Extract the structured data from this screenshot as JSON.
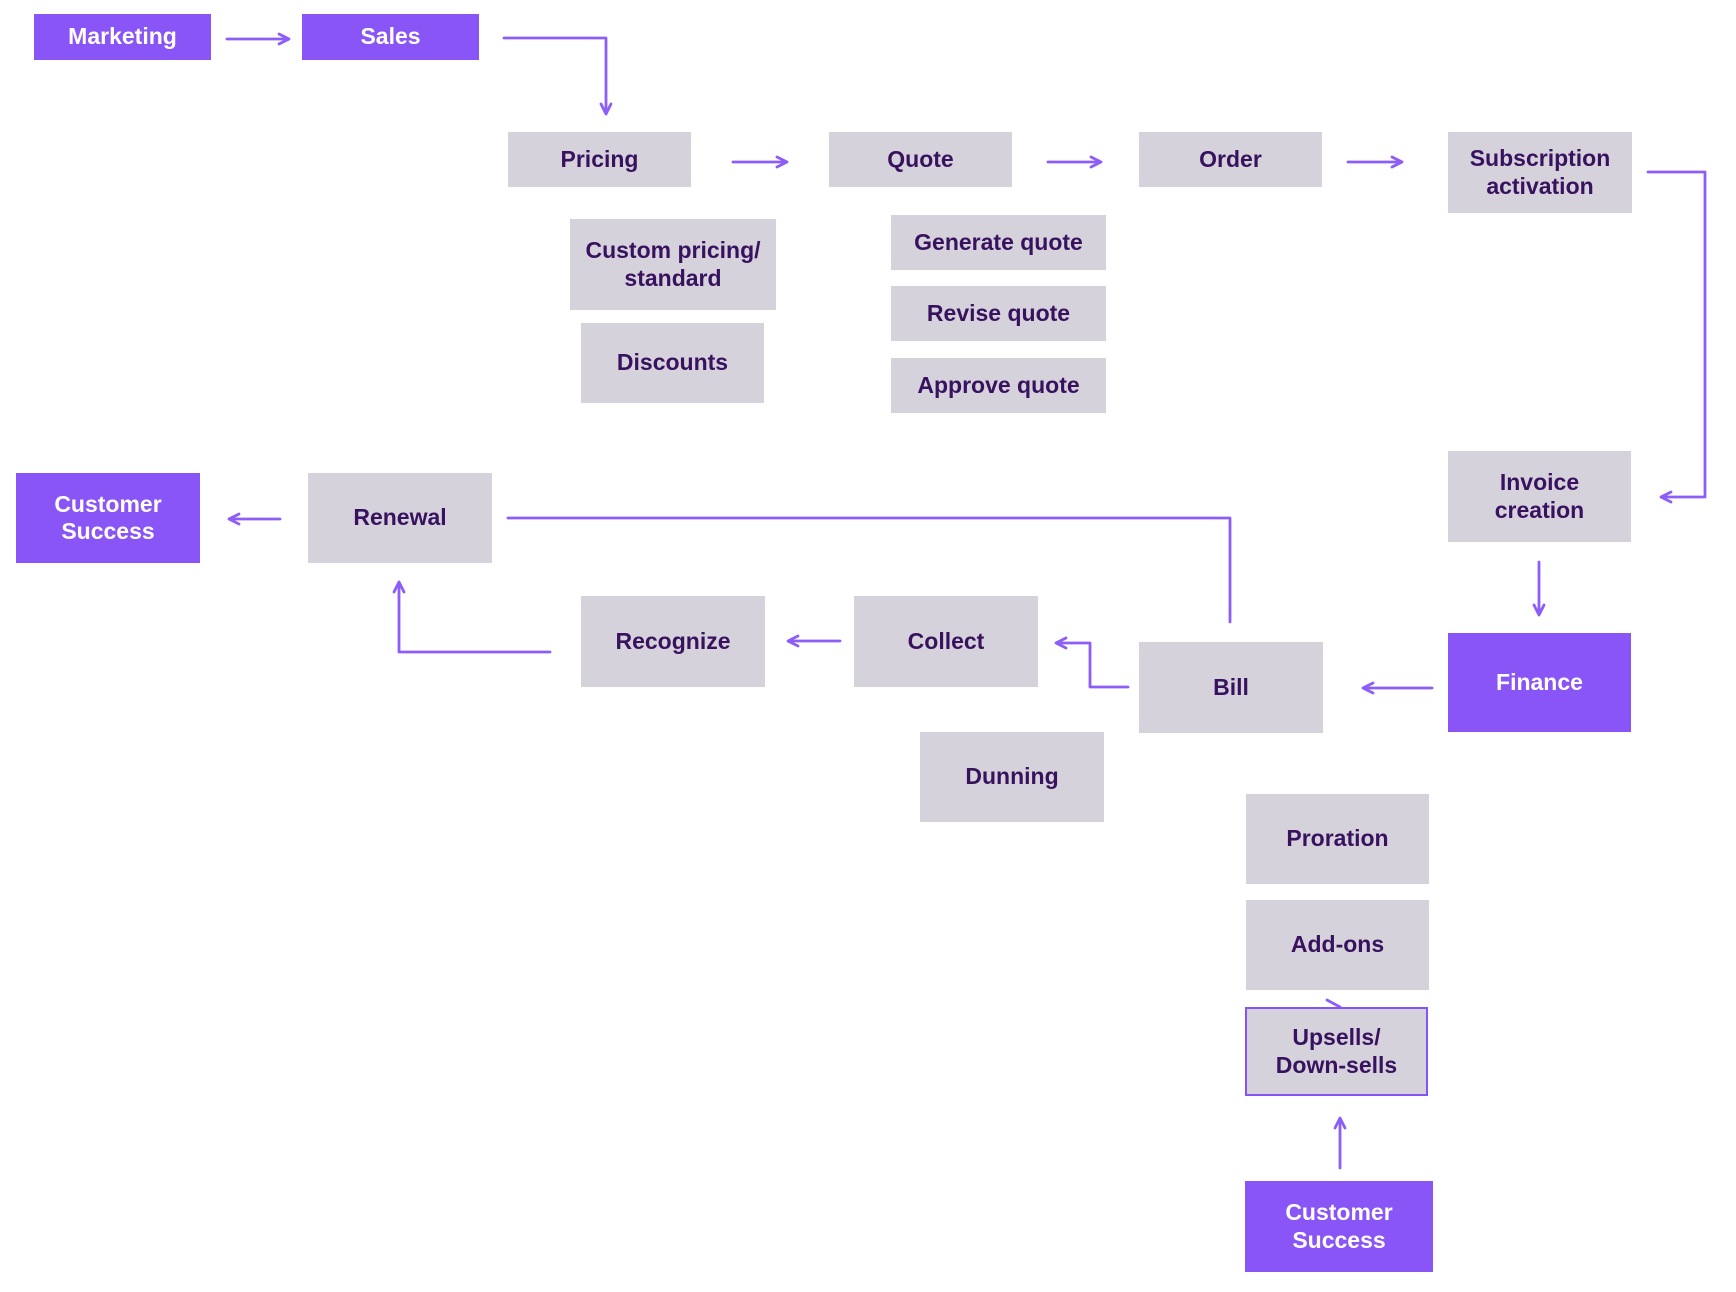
{
  "diagram_type": "flowchart",
  "colors": {
    "purple": "#8955F6",
    "gray": "#D5D2DB",
    "arrow": "#8D5EF7",
    "text_dark": "#38125F",
    "text_light": "#FFFFFF",
    "upsells_border": "#8455F5",
    "background": "#FFFFFF"
  },
  "nodes": {
    "marketing": {
      "label": "Marketing",
      "style": "purple"
    },
    "sales": {
      "label": "Sales",
      "style": "purple"
    },
    "pricing": {
      "label": "Pricing",
      "style": "gray"
    },
    "quote": {
      "label": "Quote",
      "style": "gray"
    },
    "order": {
      "label": "Order",
      "style": "gray"
    },
    "subscription_activation": {
      "label": "Subscription\nactivation",
      "style": "gray"
    },
    "custom_pricing": {
      "label": "Custom pricing/\nstandard",
      "style": "gray"
    },
    "discounts": {
      "label": "Discounts",
      "style": "gray"
    },
    "generate_quote": {
      "label": "Generate quote",
      "style": "gray"
    },
    "revise_quote": {
      "label": "Revise quote",
      "style": "gray"
    },
    "approve_quote": {
      "label": "Approve quote",
      "style": "gray"
    },
    "invoice_creation": {
      "label": "Invoice\ncreation",
      "style": "gray"
    },
    "customer_success_left": {
      "label": "Customer\nSuccess",
      "style": "purple"
    },
    "renewal": {
      "label": "Renewal",
      "style": "gray"
    },
    "recognize": {
      "label": "Recognize",
      "style": "gray"
    },
    "collect": {
      "label": "Collect",
      "style": "gray"
    },
    "bill": {
      "label": "Bill",
      "style": "gray"
    },
    "finance": {
      "label": "Finance",
      "style": "purple"
    },
    "dunning": {
      "label": "Dunning",
      "style": "gray"
    },
    "proration": {
      "label": "Proration",
      "style": "gray"
    },
    "addons": {
      "label": "Add-ons",
      "style": "gray"
    },
    "upsells": {
      "label": "Upsells/\nDown-sells",
      "style": "outlined"
    },
    "customer_success_bottom": {
      "label": "Customer\nSuccess",
      "style": "purple"
    }
  },
  "edges": [
    {
      "from": "marketing",
      "to": "sales",
      "arrow": true
    },
    {
      "from": "sales",
      "to": "pricing",
      "arrow": true
    },
    {
      "from": "pricing",
      "to": "quote",
      "arrow": true
    },
    {
      "from": "quote",
      "to": "order",
      "arrow": true
    },
    {
      "from": "order",
      "to": "subscription_activation",
      "arrow": true
    },
    {
      "from": "subscription_activation",
      "to": "invoice_creation",
      "arrow": true
    },
    {
      "from": "invoice_creation",
      "to": "finance",
      "arrow": true
    },
    {
      "from": "finance",
      "to": "bill",
      "arrow": true
    },
    {
      "from": "bill",
      "to": "collect",
      "arrow": true
    },
    {
      "from": "collect",
      "to": "recognize",
      "arrow": true
    },
    {
      "from": "recognize",
      "to": "renewal",
      "arrow": true
    },
    {
      "from": "renewal",
      "to": "customer_success_left",
      "arrow": true
    },
    {
      "from": "bill",
      "to": "renewal",
      "arrow": false
    },
    {
      "from": "addons",
      "to": "upsells",
      "arrow": true
    },
    {
      "from": "customer_success_bottom",
      "to": "upsells",
      "arrow": true
    }
  ]
}
